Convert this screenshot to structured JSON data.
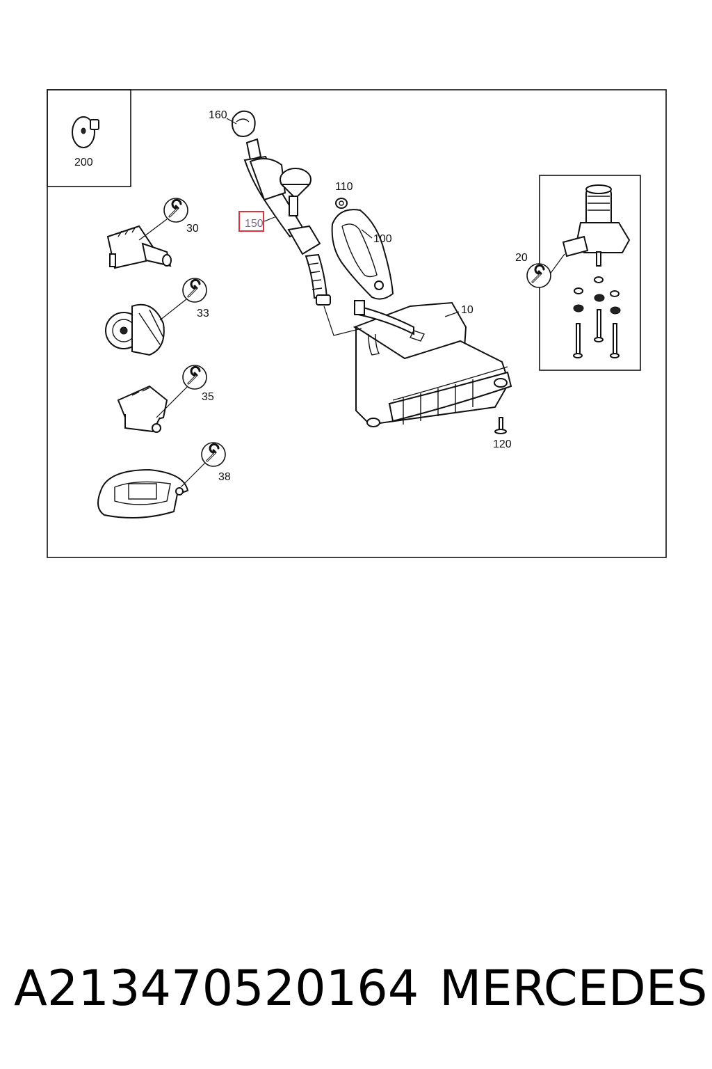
{
  "diagram": {
    "callouts": {
      "c200": "200",
      "c160": "160",
      "c150": "150",
      "c110": "110",
      "c100": "100",
      "c30": "30",
      "c33": "33",
      "c35": "35",
      "c38": "38",
      "c20": "20",
      "c10": "10",
      "c120": "120"
    },
    "highlighted_callout": "150",
    "highlight_color": "#e0303a",
    "icons": [
      "wrench-icon"
    ]
  },
  "footer": {
    "part_number": "A213470520164",
    "brand": "MERCEDES"
  }
}
